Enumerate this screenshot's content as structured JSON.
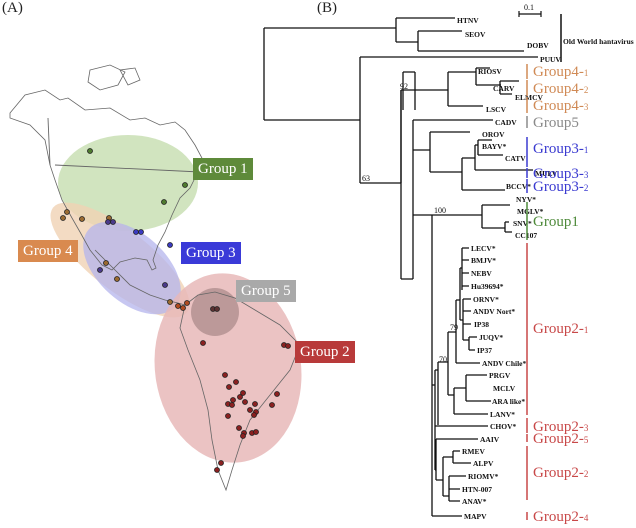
{
  "panel_a": {
    "label": "(A)",
    "groups": [
      {
        "name": "Group 1",
        "color": "#5e8a3a",
        "fill": "#c9dfb4"
      },
      {
        "name": "Group 2",
        "color": "#b83a3a",
        "fill": "#e8b9b9"
      },
      {
        "name": "Group 3",
        "color": "#3a3ad8",
        "fill": "#b9b9f0"
      },
      {
        "name": "Group 4",
        "color": "#d98a4f",
        "fill": "#f0d2b4"
      },
      {
        "name": "Group 5",
        "color": "#a9a9a9",
        "fill": "#a08080"
      }
    ]
  },
  "panel_b": {
    "label": "(B)",
    "scale_bar": "0.1",
    "outgroup_label": "Old World hantavirus",
    "bootstrap": [
      "92",
      "63",
      "100",
      "79",
      "70"
    ],
    "leaves": [
      "HTNV",
      "SEOV",
      "DOBV",
      "PUUV",
      "RIOSV",
      "CARV",
      "ELMCV",
      "LSCV",
      "CADV",
      "OROV",
      "BAYV*",
      "CATV",
      "MULV",
      "BCCV*",
      "NYV*",
      "MGLV*",
      "SNV*",
      "CC107",
      "LECV*",
      "BMJV*",
      "NEBV",
      "Hu39694*",
      "ORNV*",
      "ANDV Nort*",
      "IP38",
      "JUQV*",
      "IP37",
      "ANDV Chile*",
      "PRGV",
      "MCLV",
      "ARA like*",
      "LANV*",
      "CHOV*",
      "AAIV",
      "RMEV",
      "ALPV",
      "RIOMV*",
      "HTN-007",
      "ANAV*",
      "MAPV"
    ],
    "groups": [
      {
        "name": "Group4-",
        "sub": "1",
        "color": "#d08a55"
      },
      {
        "name": "Group4-",
        "sub": "2",
        "color": "#d08a55"
      },
      {
        "name": "Group4-",
        "sub": "3",
        "color": "#d08a55"
      },
      {
        "name": "Group5",
        "sub": "",
        "color": "#8a8a8a"
      },
      {
        "name": "Group3-",
        "sub": "1",
        "color": "#3a3ad0"
      },
      {
        "name": "Group3-",
        "sub": "3",
        "color": "#3a3ad0"
      },
      {
        "name": "Group3-",
        "sub": "2",
        "color": "#3a3ad0"
      },
      {
        "name": "Group1",
        "sub": "",
        "color": "#4e8a3a"
      },
      {
        "name": "Group2-",
        "sub": "1",
        "color": "#c84848"
      },
      {
        "name": "Group2-",
        "sub": "3",
        "color": "#c84848"
      },
      {
        "name": "Group2-",
        "sub": "5",
        "color": "#c84848"
      },
      {
        "name": "Group2-",
        "sub": "2",
        "color": "#c84848"
      },
      {
        "name": "Group2-",
        "sub": "4",
        "color": "#c84848"
      }
    ]
  }
}
